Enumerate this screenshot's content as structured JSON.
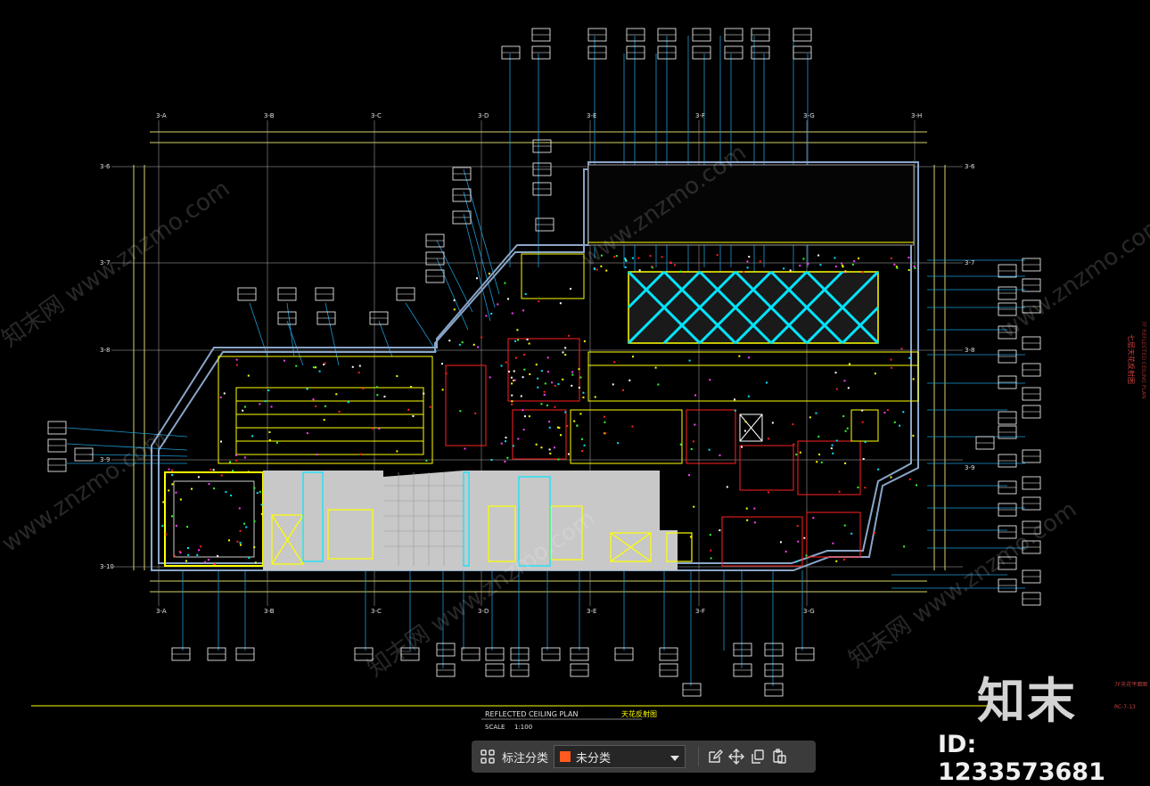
{
  "drawing": {
    "title": "REFLECTED CEILING PLAN",
    "title_cn": "天花反射图",
    "scale_label": "SCALE",
    "scale_value": "1:100",
    "side_title_cn": "七层天花反射图",
    "side_title_en": "7F REFLECTED CEILING PLAN",
    "grid_top": [
      "3-A",
      "3-B",
      "3-C",
      "3-D",
      "3-E",
      "3-F",
      "3-G",
      "3-H"
    ],
    "grid_bottom": [
      "3-A",
      "3-B",
      "3-C",
      "3-D",
      "3-E",
      "3-F",
      "3-G"
    ],
    "grid_left": [
      "3-6",
      "3-7",
      "3-8",
      "3-9",
      "3-10"
    ],
    "grid_right": [
      "3-6",
      "3-7",
      "3-8",
      "3-9"
    ],
    "title_block": [
      "7F天花平面图",
      "RC-7-13"
    ],
    "colors": {
      "background": "#000000",
      "outline": "#8aa6c8",
      "yellow": "#ffff00",
      "red": "#ff2020",
      "cyan": "#00e5ff",
      "white": "#ffffff",
      "magenta": "#ff40ff",
      "green": "#30ff30",
      "grey_fill": "#c8c8c8"
    }
  },
  "watermark": {
    "brand": "知末",
    "id": "ID: 1233573681",
    "site": "www.znzmo.com",
    "site_cn": "知末网"
  },
  "toolbar": {
    "grid_icon": "grid-icon",
    "label": "标注分类",
    "category_value": "未分类",
    "category_color": "#ff5a1f",
    "icons": [
      "edit-icon",
      "move-icon",
      "copy-icon",
      "paste-icon"
    ]
  }
}
